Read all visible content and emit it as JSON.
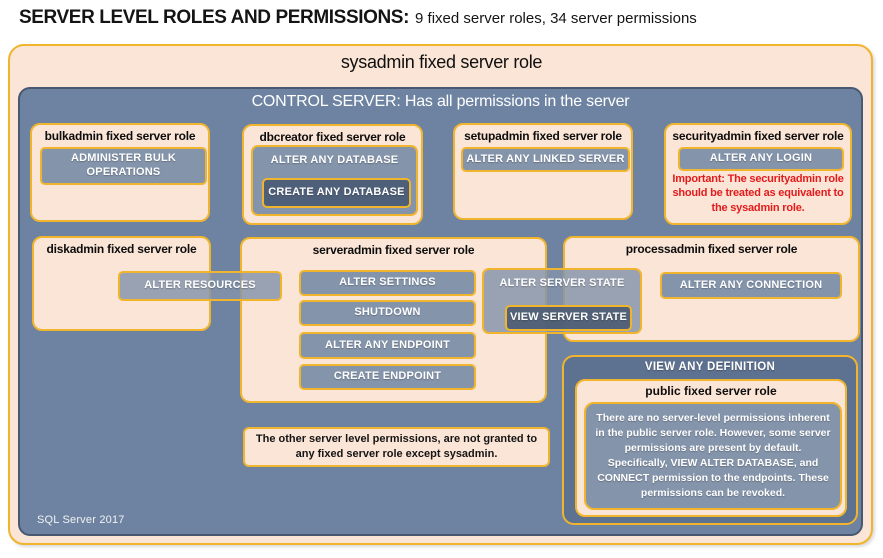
{
  "header": {
    "title": "SERVER LEVEL ROLES AND PERMISSIONS:",
    "subtitle": "9 fixed server roles, 34 server permissions"
  },
  "sysadmin": {
    "title": "sysadmin fixed server role"
  },
  "control_server": {
    "title": "CONTROL SERVER: Has all permissions in the server",
    "footer": "SQL Server 2017"
  },
  "bulkadmin": {
    "title": "bulkadmin fixed server role",
    "administer_bulk_operations": "ADMINISTER BULK OPERATIONS"
  },
  "dbcreator": {
    "title": "dbcreator fixed server role",
    "alter_any_database": "ALTER ANY DATABASE",
    "create_any_database": "CREATE ANY DATABASE"
  },
  "setupadmin": {
    "title": "setupadmin fixed server role",
    "alter_any_linked_server": "ALTER ANY LINKED SERVER"
  },
  "securityadmin": {
    "title": "securityadmin fixed server role",
    "alter_any_login": "ALTER ANY LOGIN",
    "warning": "Important: The securityadmin role should be treated as equivalent to the sysadmin role."
  },
  "diskadmin": {
    "title": "diskadmin fixed server role",
    "alter_resources": "ALTER RESOURCES"
  },
  "serveradmin": {
    "title": "serveradmin fixed server role",
    "alter_settings": "ALTER SETTINGS",
    "shutdown": "SHUTDOWN",
    "alter_any_endpoint": "ALTER ANY ENDPOINT",
    "create_endpoint": "CREATE ENDPOINT",
    "alter_server_state": "ALTER SERVER STATE",
    "view_server_state": "VIEW SERVER STATE"
  },
  "processadmin": {
    "title": "processadmin fixed server role",
    "alter_any_connection": "ALTER ANY CONNECTION"
  },
  "public_role": {
    "banner": "VIEW ANY DEFINITION",
    "title": "public fixed server role",
    "note": "There are no server-level permissions inherent in the public server role. However, some server permissions are present by default. Specifically, VIEW ALTER DATABASE, and CONNECT permission to the endpoints. These permissions can be revoked."
  },
  "footnote": {
    "text": "The other server level permissions, are not granted to any fixed server role except sysadmin."
  },
  "colors": {
    "accent_gold": "#F0B42D",
    "panel_blue": "#6D83A1",
    "button_blue": "#8494AB",
    "button_dark_blue": "#4E5F79",
    "peach": "#FBE5D6",
    "warning_red": "#E31B1C",
    "definition_panel_blue": "#5D7190"
  }
}
